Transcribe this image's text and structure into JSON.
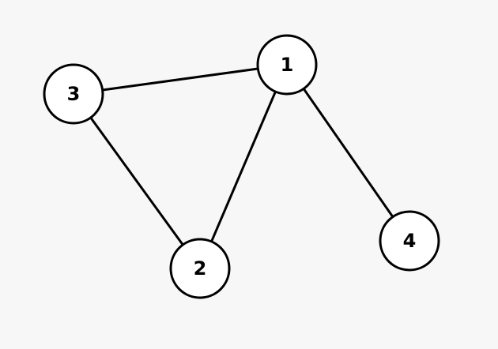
{
  "colors": {
    "background": "#f7f7f7",
    "stroke": "#000000",
    "node_fill": "#ffffff"
  },
  "graph": {
    "nodes": [
      {
        "id": "1",
        "label": "1"
      },
      {
        "id": "2",
        "label": "2"
      },
      {
        "id": "3",
        "label": "3"
      },
      {
        "id": "4",
        "label": "4"
      }
    ],
    "edges": [
      {
        "from": "3",
        "to": "1"
      },
      {
        "from": "1",
        "to": "2"
      },
      {
        "from": "3",
        "to": "2"
      },
      {
        "from": "1",
        "to": "4"
      }
    ]
  }
}
